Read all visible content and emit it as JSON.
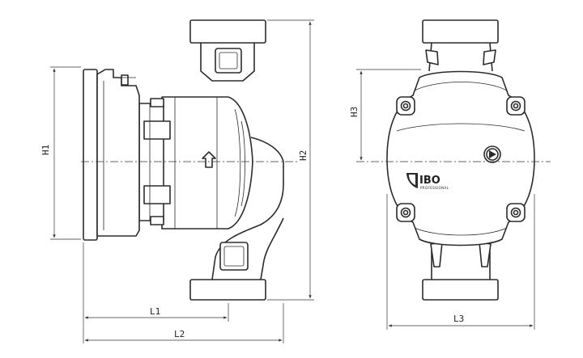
{
  "dimensions": {
    "h1": "H1",
    "h2": "H2",
    "h3": "H3",
    "l1": "L1",
    "l2": "L2",
    "l3": "L3"
  },
  "brand": {
    "name": "IBO",
    "tagline": "PROFESSIONAL"
  }
}
